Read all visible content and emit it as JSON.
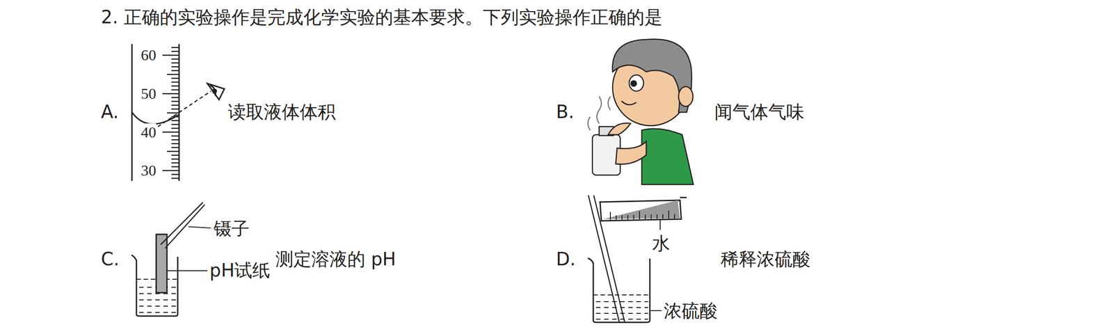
{
  "diagram": {
    "title": "2. 正确的实验操作是完成化学实验的基本要求。下列实验操作正确的是",
    "labels": [
      "A.",
      "60",
      "50",
      "40",
      "30",
      "读取液体体积",
      "B.",
      "闻气体气味",
      "C.",
      "镊子",
      "pH试纸",
      "测定溶液的 pH",
      "D.",
      "水",
      "稀释浓硫酸",
      "浓硫酸"
    ]
  }
}
